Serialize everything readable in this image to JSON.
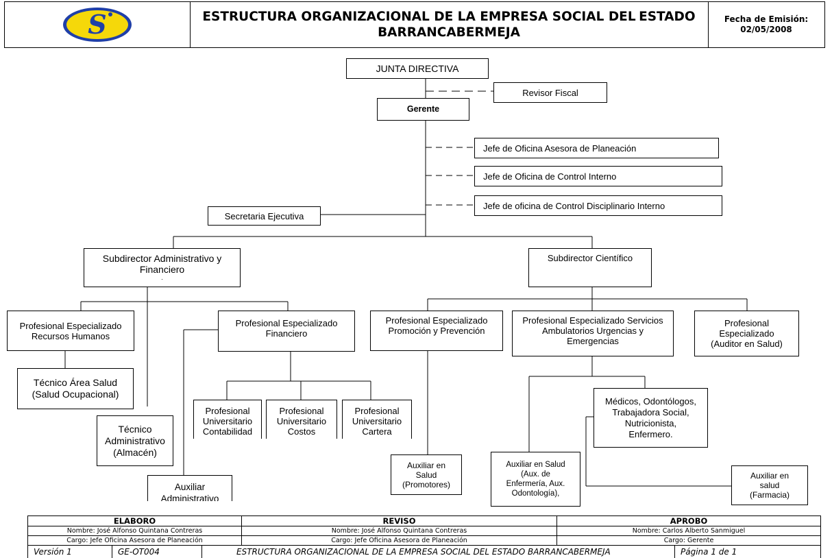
{
  "header": {
    "logo_letter": "S",
    "title_line1": "ESTRUCTURA ORGANIZACIONAL DE LA EMPRESA SOCIAL DEL",
    "title_line2": "ESTADO BARRANCABERMEJA",
    "date_label": "Fecha de Emisión:",
    "date_value": "02/05/2008"
  },
  "org": {
    "junta": "JUNTA DIRECTIVA",
    "revisor": "Revisor Fiscal",
    "gerente": "Gerente",
    "jefe_planeacion": "Jefe de Oficina Asesora de Planeación",
    "jefe_control": "Jefe de Oficina de Control Interno",
    "jefe_disciplinario": "Jefe de oficina de Control Disciplinario  Interno",
    "secretaria": "Secretaria Ejecutiva",
    "sub_admin_l1": "Subdirector Administrativo y",
    "sub_admin_l2": "Financiero",
    "sub_admin_l3": ".",
    "sub_cient": "Subdirector Científico",
    "pe_rrhh_l1": "Profesional Especializado",
    "pe_rrhh_l2": "Recursos Humanos",
    "tec_salud_l1": "Técnico Área Salud",
    "tec_salud_l2": "(Salud Ocupacional)",
    "tec_admin_l1": "Técnico",
    "tec_admin_l2": "Administrativo",
    "tec_admin_l3": "(Almacén)",
    "pe_fin_l1": "Profesional Especializado",
    "pe_fin_l2": "Financiero",
    "aux_admin_l1": "Auxiliar",
    "aux_admin_l2": "Administrativo",
    "pu_cont_l1": "Profesional",
    "pu_cont_l2": "Universitario",
    "pu_cont_l3": "Contabilidad",
    "pu_cost_l1": "Profesional",
    "pu_cost_l2": "Universitario",
    "pu_cost_l3": "Costos",
    "pu_cart_l1": "Profesional",
    "pu_cart_l2": "Universitario",
    "pu_cart_l3": "Cartera",
    "pe_prom_l1": "Profesional  Especializado",
    "pe_prom_l2": "Promoción y Prevención",
    "pe_amb_l1": "Profesional Especializado Servicios",
    "pe_amb_l2": "Ambulatorios Urgencias y",
    "pe_amb_l3": "Emergencias",
    "pe_aud_l1": "Profesional",
    "pe_aud_l2": "Especializado",
    "pe_aud_l3": "(Auditor en Salud)",
    "aux_prom_l1": "Auxiliar en",
    "aux_prom_l2": "Salud",
    "aux_prom_l3": "(Promotores)",
    "medicos_l1": "Médicos, Odontólogos,",
    "medicos_l2": "Trabajadora Social,",
    "medicos_l3": "Nutricionista,",
    "medicos_l4": "Enfermero.",
    "aux_enf_l1": "Auxiliar en Salud",
    "aux_enf_l2": "(Aux. de",
    "aux_enf_l3": "Enfermería, Aux.",
    "aux_enf_l4": "Odontología),",
    "aux_farm_l1": "Auxiliar en",
    "aux_farm_l2": "salud",
    "aux_farm_l3": "(Farmacia)"
  },
  "footer": {
    "elaboro_title": "ELABORO",
    "elaboro_nombre": "Nombre: José Alfonso Quintana Contreras",
    "elaboro_cargo": "Cargo: Jefe Oficina Asesora de Planeación",
    "reviso_title": "REVISO",
    "reviso_nombre": "Nombre: José Alfonso Quintana Contreras",
    "reviso_cargo": "Cargo: Jefe Oficina Asesora de Planeación",
    "aprobo_title": "APROBO",
    "aprobo_nombre": "Nombre: Carlos Alberto  Sanmiguel",
    "aprobo_cargo": "Cargo: Gerente",
    "version": "Versión 1",
    "code": "GE-OT004",
    "doc_title": "ESTRUCTURA ORGANIZACIONAL DE LA EMPRESA SOCIAL DEL ESTADO BARRANCABERMEJA",
    "page": "Página 1 de 1"
  },
  "colors": {
    "logo_fill": "#f5d80a",
    "logo_ring": "#1f3fa8"
  }
}
